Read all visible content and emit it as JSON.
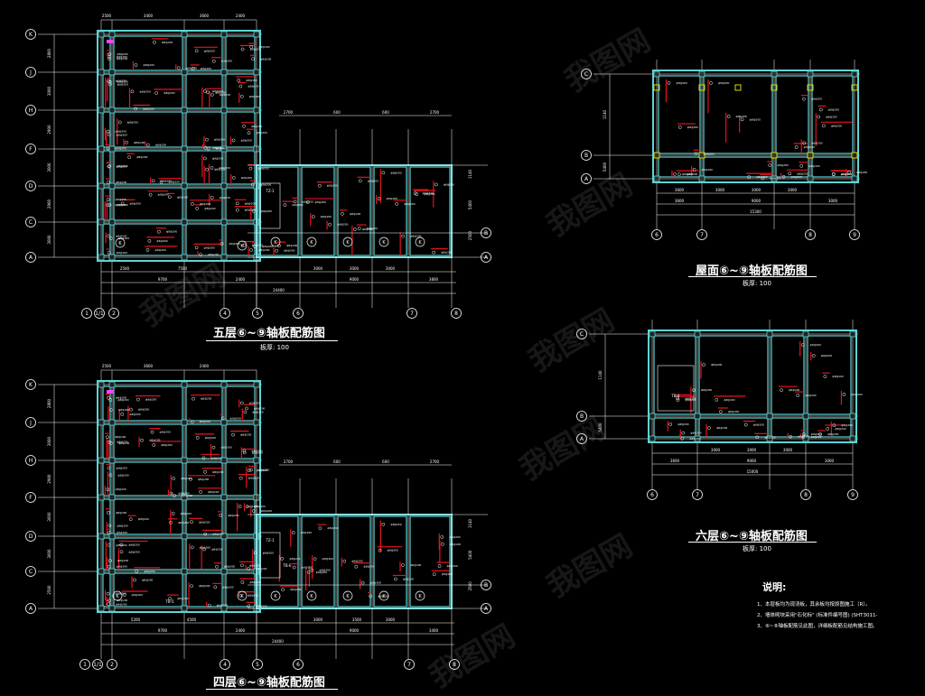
{
  "titles": {
    "floor5": "五层⑥~⑨轴板配筋图",
    "roof": "屋面⑥~⑨轴板配筋图",
    "floor6": "六层⑥~⑨轴板配筋图",
    "floor4": "四层⑥~⑨轴板配筋图"
  },
  "subtitles": {
    "floor5": "板厚: 100",
    "roof": "板厚: 100",
    "floor6": "板厚: 100",
    "floor4": "板厚: 100"
  },
  "notes": {
    "heading": "说明:",
    "lines": [
      "1、本层板均为现浇板，其余板均按原图施工（R）。",
      "2、墙体砌块采用\"石化标\"  (标准件编号图) (SHT3011-",
      "3、⑥~⑨轴板配筋见此图，详细板配筋见结构施工图。"
    ]
  },
  "watermark": "我图网",
  "axis_letters": {
    "floor5": [
      "K",
      "J",
      "H",
      "F",
      "D",
      "C",
      "A"
    ],
    "floor4": [
      "K",
      "J",
      "H",
      "F",
      "D",
      "C",
      "A"
    ],
    "roof": [
      "C",
      "B",
      "A"
    ],
    "floor6": [
      "C",
      "B",
      "A"
    ]
  },
  "axis_numbers": {
    "floor5": [
      "1",
      "1/1",
      "2",
      "4",
      "5",
      "6",
      "7",
      "8"
    ],
    "floor4": [
      "1",
      "1/1",
      "2",
      "4",
      "5",
      "6",
      "7",
      "8"
    ],
    "roof": [
      "6",
      "7",
      "8",
      "9"
    ],
    "floor6": [
      "6",
      "7",
      "8",
      "9"
    ]
  },
  "right_axis_letters": {
    "floor5": [
      "B",
      "A"
    ],
    "floor4": [
      "B",
      "A"
    ]
  },
  "dims": {
    "floor5_top": [
      "2500",
      "3400",
      "3600",
      "2400"
    ],
    "floor5_bottom1": [
      "2500",
      "7500",
      "3000",
      "3000",
      "3000"
    ],
    "floor5_bottom2": [
      "9700",
      "2400",
      "9000",
      "3800"
    ],
    "floor5_total": "24400",
    "floor5_left": [
      "2800",
      "3000",
      "2900",
      "3000",
      "2900",
      "3000"
    ],
    "floor5_wing": [
      "2700",
      "600",
      "600",
      "2700"
    ],
    "floor5_right": [
      "1140",
      "5400",
      "2500"
    ],
    "floor4_top": [
      "2500",
      "3600",
      "2400"
    ],
    "floor4_bottom1": [
      "5200",
      "4500",
      "3000",
      "3500",
      "3000"
    ],
    "floor4_bottom2": [
      "9700",
      "2400",
      "9000",
      "3400"
    ],
    "floor4_total": "24400",
    "floor4_left": [
      "2800",
      "3000",
      "2900",
      "3000",
      "3000",
      "2500"
    ],
    "floor4_wing": [
      "2700",
      "600",
      "600",
      "2700"
    ],
    "floor4_right": [
      "1140",
      "5400",
      "2500"
    ],
    "roof_top": [],
    "roof_bottom1": [
      "3600",
      "3000",
      "3000",
      "3000"
    ],
    "roof_bottom2": [
      "3600",
      "9000",
      "3000"
    ],
    "roof_total": "15300",
    "roof_left": [
      "1140",
      "5400",
      "2500"
    ],
    "floor6_bottom1": [
      "3000",
      "3000",
      "3000"
    ],
    "floor6_bottom2": [
      "3600",
      "9000",
      "3000"
    ],
    "floor6_total": "15000",
    "floor6_left": [
      "1140",
      "5400",
      "2500"
    ]
  },
  "labels": {
    "slab_k": "K",
    "stair_labels": [
      "TZ-1",
      "TZ-1"
    ],
    "room_codes": [
      "TB-4",
      "TB-5",
      "TB-6"
    ]
  }
}
